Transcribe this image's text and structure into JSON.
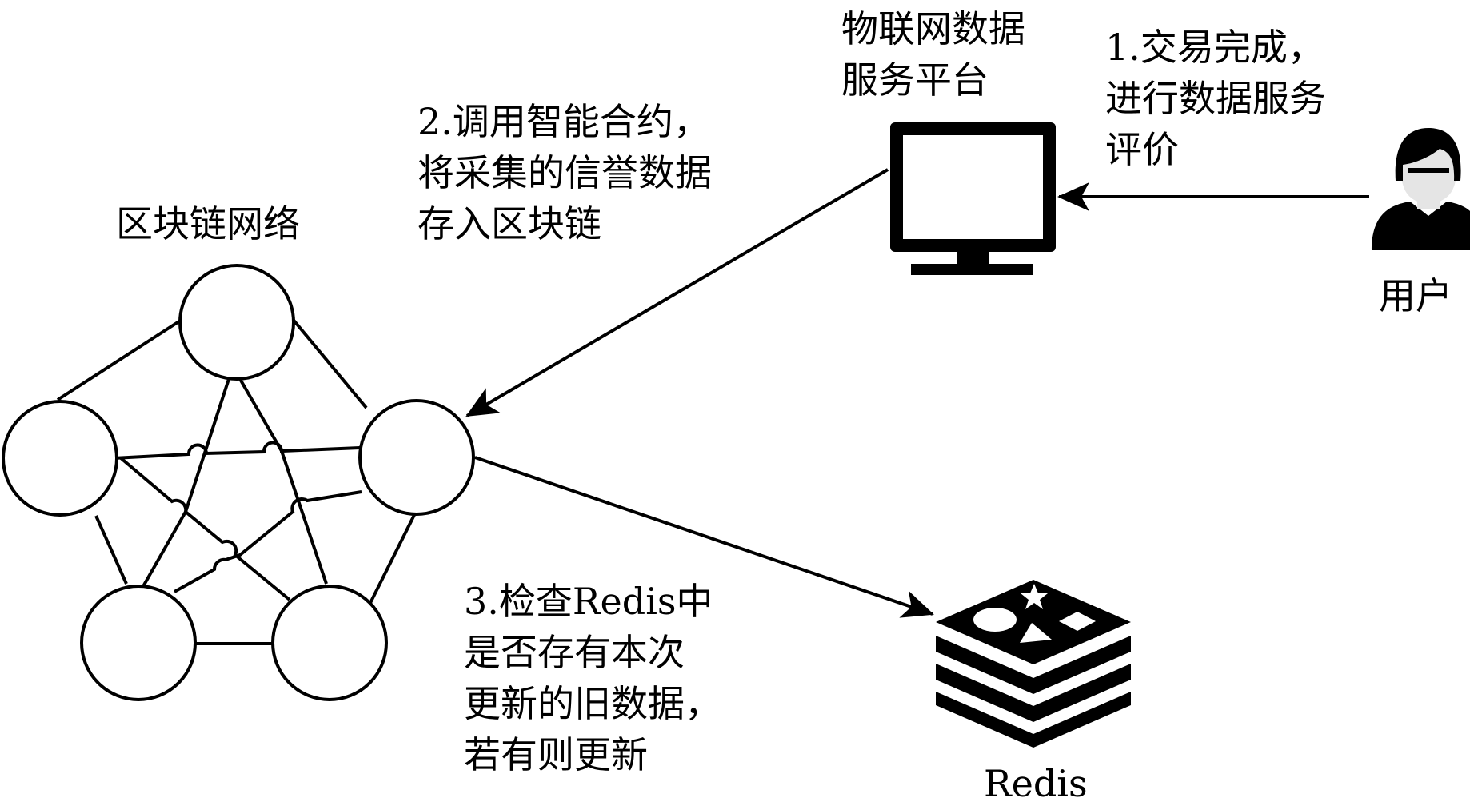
{
  "diagram": {
    "labels": {
      "blockchain_network": "区块链网络",
      "platform": [
        "物联网数据",
        "服务平台"
      ],
      "user": "用户",
      "redis": "Redis"
    },
    "steps": {
      "step1": [
        "1.交易完成，",
        "进行数据服务",
        "评价"
      ],
      "step2": [
        "2.调用智能合约，",
        "将采集的信誉数据",
        "存入区块链"
      ],
      "step3": [
        "3.检查Redis中",
        "是否存有本次",
        "更新的旧数据，",
        "若有则更新"
      ]
    },
    "icons": {
      "platform": "computer-monitor-icon",
      "user": "user-avatar-icon",
      "redis": "redis-logo-icon"
    },
    "colors": {
      "stroke": "#000000",
      "background": "#ffffff"
    }
  }
}
